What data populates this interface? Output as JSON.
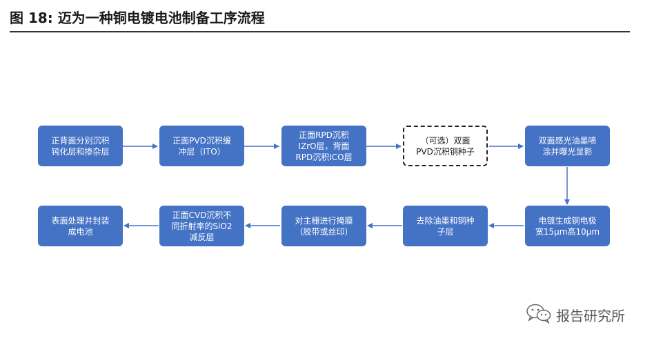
{
  "title": "图 18: 迈为一种铜电镀电池制备工序流程",
  "steps": [
    "正背面分别沉积\n钝化层和掺杂层",
    "正面PVD沉积缓\n冲层（ITO）",
    "正面RPD沉积\nIZrO层，背面\nRPD沉积ICO层",
    "（可选）双面\nPVD沉积铜种子",
    "双面感光油墨喷\n涂并曝光显影",
    "电镀生成铜电极\n宽15μm高10μm",
    "去除油墨和铜种\n子层",
    "对主栅进行掩膜\n（胶带或丝印）",
    "正面CVD沉积不\n同折射率的SiO2\n减反层",
    "表面处理并封装\n成电池"
  ],
  "watermark": "报告研究所",
  "colors": {
    "box_fill": "#4472c4",
    "arrow": "#4472c4",
    "optional_border": "#222222"
  },
  "icons": {
    "watermark_icon": "wechat-icon"
  }
}
